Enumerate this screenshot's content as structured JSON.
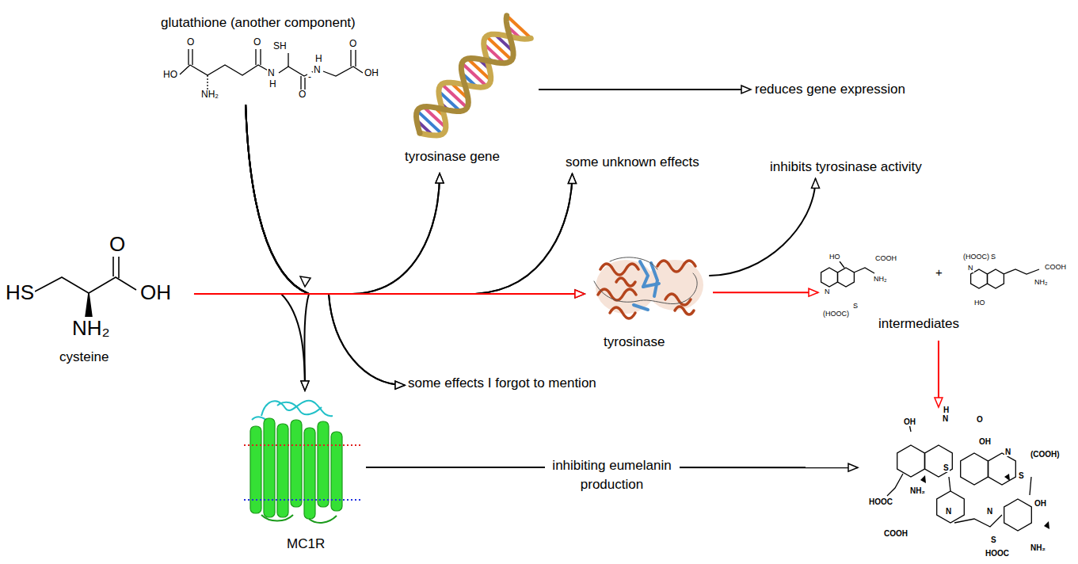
{
  "diagram": {
    "nodes": [
      {
        "text": [
          "glutathione (another component)",
          "SH",
          "O",
          "O",
          "HO",
          "N",
          "H",
          "-",
          "O",
          "N",
          "H",
          "O",
          "OH",
          "NH₂"
        ]
      },
      {
        "text": [
          "tyrosinase gene"
        ]
      },
      {
        "text": [
          "reduces gene expression"
        ]
      },
      {
        "text": [
          "some unknown effects"
        ]
      },
      {
        "text": [
          "inhibits tyrosinase activity"
        ]
      },
      {
        "text": [
          "HS",
          "O",
          "OH",
          "NH₂",
          "cysteine"
        ]
      },
      {
        "text": [
          "tyrosinase"
        ]
      },
      {
        "text": [
          "HO",
          "COOH",
          "NH₂",
          "N",
          "S",
          "(HOOC)",
          "+",
          "(HOOC)",
          "S",
          "N",
          "COOH",
          "NH₂",
          "HO",
          "intermediates"
        ]
      },
      {
        "text": [
          "some effects I forgot to mention"
        ]
      },
      {
        "text": [
          "MC1R"
        ]
      },
      {
        "text": [
          "OH",
          "H",
          "N",
          "O",
          "OH",
          "N",
          "(COOH)",
          "S",
          "S",
          "HOOC",
          "NH₂",
          "COOH",
          "N",
          "N",
          "S",
          "OH",
          "HOOC",
          "NH₂"
        ]
      }
    ],
    "edges": [
      {
        "from": 5,
        "to": 6,
        "arrow": "to"
      },
      {
        "from": 0,
        "to": 6,
        "arrow": "to"
      },
      {
        "from": 5,
        "to": 1,
        "arrow": "to"
      },
      {
        "from": 0,
        "to": 1,
        "arrow": "to"
      },
      {
        "from": 5,
        "to": 3,
        "arrow": "to"
      },
      {
        "from": 0,
        "to": 3,
        "arrow": "to"
      },
      {
        "from": 5,
        "to": 9,
        "arrow": "to"
      },
      {
        "from": 0,
        "to": 9,
        "arrow": "to"
      },
      {
        "from": 5,
        "to": 8,
        "arrow": "to"
      },
      {
        "from": 0,
        "to": 8,
        "arrow": "to"
      },
      {
        "from": 1,
        "to": 2,
        "arrow": "to"
      },
      {
        "from": 6,
        "to": 4,
        "arrow": "to"
      },
      {
        "from": 6,
        "to": 7,
        "arrow": "to"
      },
      {
        "from": 7,
        "to": 10,
        "arrow": "to"
      },
      {
        "from": 9,
        "to": 10,
        "label": "inhibiting eumelanin production",
        "arrow": "to"
      }
    ]
  }
}
